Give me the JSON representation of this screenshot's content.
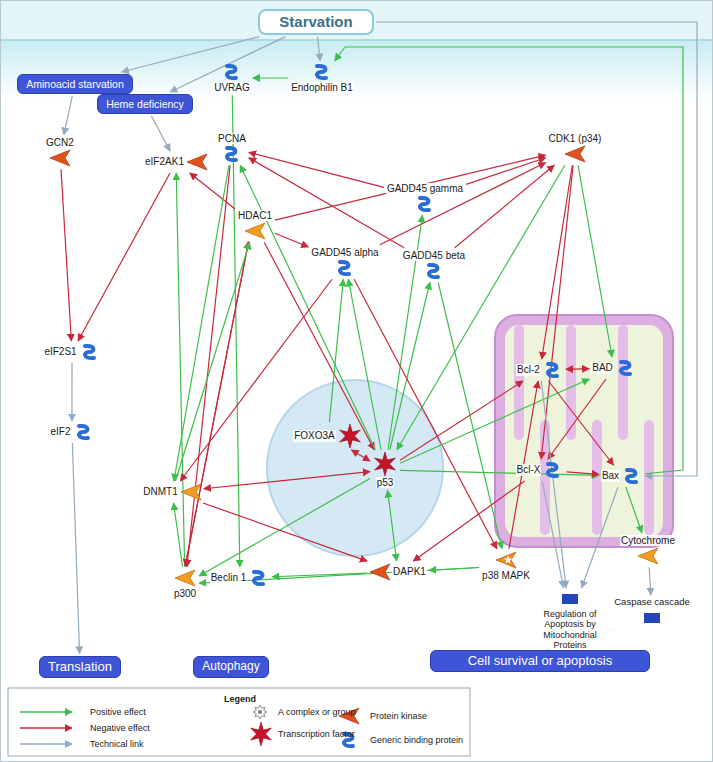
{
  "diagram": {
    "nodes": [
      {
        "text": [
          "Starvation"
        ]
      },
      {
        "text": [
          "Aminoacid starvation"
        ]
      },
      {
        "text": [
          "Heme deficiency"
        ]
      },
      {
        "text": [
          "GCN2"
        ]
      },
      {
        "text": [
          "eIF2AK1"
        ]
      },
      {
        "text": [
          "PCNA"
        ]
      },
      {
        "text": [
          "UVRAG"
        ]
      },
      {
        "text": [
          "Endophilin B1"
        ]
      },
      {
        "text": [
          "CDK1 (p34)"
        ]
      },
      {
        "text": [
          "HDAC1"
        ]
      },
      {
        "text": [
          "GADD45 gamma"
        ]
      },
      {
        "text": [
          "GADD45 alpha"
        ]
      },
      {
        "text": [
          "GADD45 beta"
        ]
      },
      {
        "text": [
          "eIF2S1"
        ]
      },
      {
        "text": [
          "Bcl-2"
        ]
      },
      {
        "text": [
          "BAD"
        ]
      },
      {
        "text": [
          "FOXO3A"
        ]
      },
      {
        "text": [
          "p53"
        ]
      },
      {
        "text": [
          "DNMT1"
        ]
      },
      {
        "text": [
          "eIF2"
        ]
      },
      {
        "text": [
          "Bcl-X"
        ]
      },
      {
        "text": [
          "Bax"
        ]
      },
      {
        "text": [
          "p300"
        ]
      },
      {
        "text": [
          "p38 MAPK"
        ]
      },
      {
        "text": [
          "Cytochrome"
        ]
      },
      {
        "text": [
          "Beclin 1"
        ]
      },
      {
        "text": [
          "DAPK1"
        ]
      },
      {
        "text": [
          "Regulation of Apoptosis by Mitochondrial Proteins"
        ]
      },
      {
        "text": [
          "Caspase cascade"
        ]
      },
      {
        "text": [
          "Translation"
        ]
      },
      {
        "text": [
          "Autophagy"
        ]
      },
      {
        "text": [
          "Cell survival or apoptosis"
        ]
      }
    ],
    "edges": [
      {
        "from": 0,
        "to": 1,
        "arrow": "to"
      },
      {
        "from": 0,
        "to": 2,
        "arrow": "to"
      },
      {
        "from": 0,
        "to": 7,
        "arrow": "to"
      },
      {
        "from": 0,
        "to": 21,
        "arrow": "to"
      },
      {
        "from": 1,
        "to": 3,
        "arrow": "to"
      },
      {
        "from": 2,
        "to": 4,
        "arrow": "to"
      },
      {
        "from": 3,
        "to": 13,
        "arrow": "to"
      },
      {
        "from": 4,
        "to": 13,
        "arrow": "to"
      },
      {
        "from": 13,
        "to": 19,
        "arrow": "to"
      },
      {
        "from": 19,
        "to": 29,
        "arrow": "to"
      },
      {
        "from": 7,
        "to": 6,
        "arrow": "to"
      },
      {
        "from": 21,
        "to": 7,
        "arrow": "to"
      },
      {
        "from": 6,
        "to": 25,
        "arrow": "to"
      },
      {
        "from": 9,
        "to": 4,
        "arrow": "to"
      },
      {
        "from": 22,
        "to": 4,
        "arrow": "to"
      },
      {
        "from": 5,
        "to": 22,
        "arrow": "to"
      },
      {
        "from": 9,
        "to": 22,
        "arrow": "to"
      },
      {
        "from": 22,
        "to": 9,
        "arrow": "to"
      },
      {
        "from": 5,
        "to": 18,
        "arrow": "to"
      },
      {
        "from": 18,
        "to": 9,
        "arrow": "to"
      },
      {
        "from": 9,
        "to": 8,
        "arrow": "to"
      },
      {
        "from": 9,
        "to": 11,
        "arrow": "to"
      },
      {
        "from": 9,
        "to": 17,
        "arrow": "to"
      },
      {
        "from": 10,
        "to": 8,
        "arrow": "to"
      },
      {
        "from": 11,
        "to": 8,
        "arrow": "to"
      },
      {
        "from": 12,
        "to": 8,
        "arrow": "to"
      },
      {
        "from": 10,
        "to": 5,
        "arrow": "to"
      },
      {
        "from": 12,
        "to": 5,
        "arrow": "to"
      },
      {
        "from": 17,
        "to": 10,
        "arrow": "to"
      },
      {
        "from": 17,
        "to": 11,
        "arrow": "to"
      },
      {
        "from": 17,
        "to": 12,
        "arrow": "to"
      },
      {
        "from": 16,
        "to": 11,
        "arrow": "to"
      },
      {
        "from": 17,
        "to": 5,
        "arrow": "to"
      },
      {
        "from": 8,
        "to": 17,
        "arrow": "to"
      },
      {
        "from": 8,
        "to": 14,
        "arrow": "to"
      },
      {
        "from": 8,
        "to": 15,
        "arrow": "to"
      },
      {
        "from": 8,
        "to": 20,
        "arrow": "to"
      },
      {
        "from": 16,
        "to": 17,
        "arrow": "both"
      },
      {
        "from": 18,
        "to": 17,
        "arrow": "both"
      },
      {
        "from": 17,
        "to": 22,
        "arrow": "to"
      },
      {
        "from": 22,
        "to": 18,
        "arrow": "to"
      },
      {
        "from": 11,
        "to": 18,
        "arrow": "to"
      },
      {
        "from": 11,
        "to": 23,
        "arrow": "to"
      },
      {
        "from": 12,
        "to": 23,
        "arrow": "to"
      },
      {
        "from": 17,
        "to": 26,
        "arrow": "both"
      },
      {
        "from": 26,
        "to": 25,
        "arrow": "to"
      },
      {
        "from": 18,
        "to": 26,
        "arrow": "to"
      },
      {
        "from": 17,
        "to": 14,
        "arrow": "to"
      },
      {
        "from": 17,
        "to": 21,
        "arrow": "to"
      },
      {
        "from": 17,
        "to": 15,
        "arrow": "to"
      },
      {
        "from": 14,
        "to": 15,
        "arrow": "both"
      },
      {
        "from": 14,
        "to": 21,
        "arrow": "to"
      },
      {
        "from": 15,
        "to": 20,
        "arrow": "to"
      },
      {
        "from": 20,
        "to": 21,
        "arrow": "to"
      },
      {
        "from": 23,
        "to": 22,
        "arrow": "to"
      },
      {
        "from": 23,
        "to": 14,
        "arrow": "to"
      },
      {
        "from": 23,
        "to": 26,
        "arrow": "to"
      },
      {
        "from": 20,
        "to": 26,
        "arrow": "to"
      },
      {
        "from": 14,
        "to": 27,
        "arrow": "to"
      },
      {
        "from": 20,
        "to": 27,
        "arrow": "to"
      },
      {
        "from": 21,
        "to": 27,
        "arrow": "to"
      },
      {
        "from": 21,
        "to": 24,
        "arrow": "to"
      },
      {
        "from": 24,
        "to": 28,
        "arrow": "to"
      },
      {
        "from": 28,
        "to": 31,
        "arrow": "to"
      },
      {
        "from": 27,
        "to": 31,
        "arrow": "to"
      }
    ],
    "labels": [
      "Legend"
    ],
    "legend": [
      {
        "text": "Positive effect"
      },
      {
        "text": "Negative effect"
      },
      {
        "text": "Technical link"
      },
      {
        "text": "A complex or group"
      },
      {
        "text": "Transcription factor"
      },
      {
        "text": "Protein kinase"
      },
      {
        "text": "Generic binding protein"
      }
    ]
  }
}
